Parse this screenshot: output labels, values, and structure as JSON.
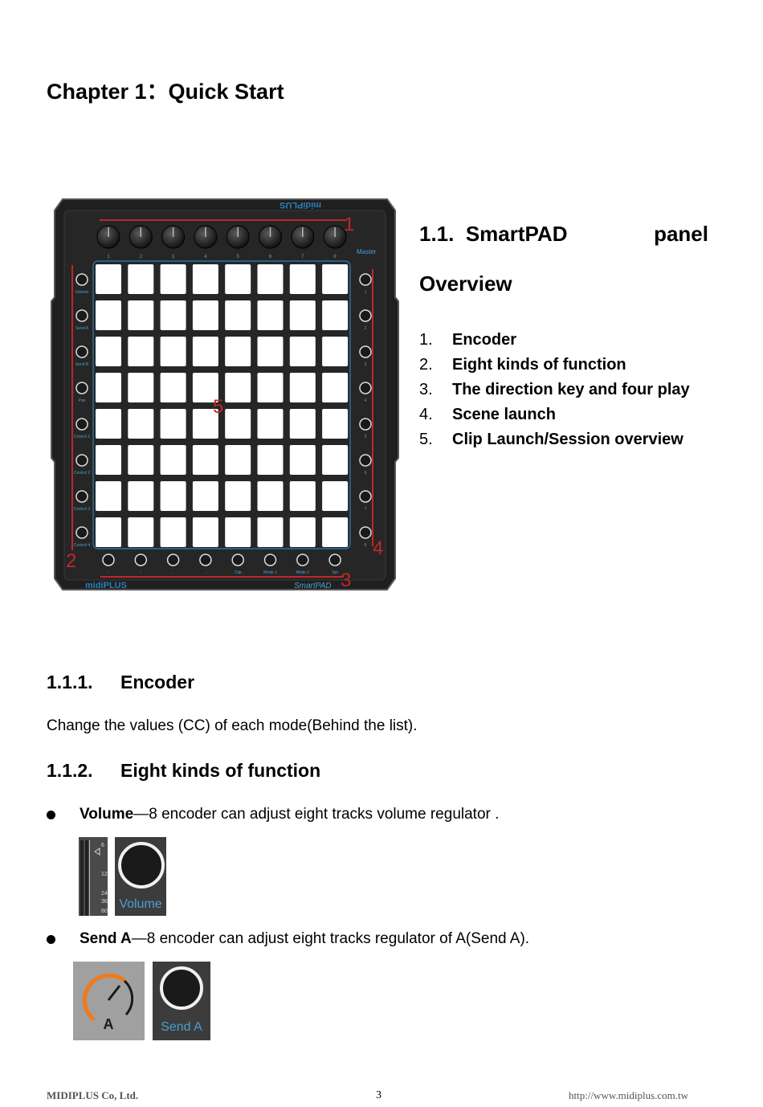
{
  "chapter_title": "Chapter 1：Quick Start",
  "device": {
    "brand": "midiPLUS",
    "model": "SmartPAD",
    "master_label": "Master",
    "left_labels": [
      "Volume",
      "Send A",
      "Send B",
      "Pan",
      "Control 1",
      "Control 2",
      "Control 3",
      "Control 4"
    ],
    "right_labels": [
      "1",
      "2",
      "3",
      "4",
      "5",
      "6",
      "7",
      "8"
    ],
    "knob_labels": [
      "1",
      "2",
      "3",
      "4",
      "5",
      "6",
      "7",
      "8"
    ],
    "bottom_labels": [
      "↑",
      "↓",
      "←",
      "→",
      "Clip",
      "Mode 1",
      "Mode 2",
      "Set"
    ],
    "callouts": [
      "1",
      "2",
      "3",
      "4",
      "5"
    ]
  },
  "section": {
    "number": "1.1.",
    "title_word1": "SmartPAD",
    "title_word2": "panel",
    "title_line2": "Overview"
  },
  "overview_list": [
    {
      "num": "1.",
      "text": "Encoder"
    },
    {
      "num": "2.",
      "text": "Eight kinds of function"
    },
    {
      "num": "3.",
      "text": "The direction key and four play"
    },
    {
      "num": "4.",
      "text": "Scene launch"
    },
    {
      "num": "5.",
      "text": "Clip Launch/Session overview"
    }
  ],
  "sub1": {
    "number": "1.1.1.",
    "title": "Encoder"
  },
  "sub1_text": "Change the values (CC) of each mode(Behind the list).",
  "sub2": {
    "number": "1.1.2.",
    "title": "Eight kinds of function"
  },
  "bullets": [
    {
      "bold": "Volume",
      "rest": " —8 encoder can adjust eight tracks volume regulator ."
    },
    {
      "bold": "Send A",
      "rest": " —8 encoder can adjust eight tracks regulator of A(Send A)."
    }
  ],
  "thumbs": {
    "volume_label": "Volume",
    "meter_ticks": [
      "6",
      "12",
      "24",
      "36",
      "60"
    ],
    "send_a_letter": "A",
    "send_a_label": "Send A"
  },
  "footer": {
    "company": "MIDIPLUS Co, Ltd.",
    "page": "3",
    "url": "http://www.midiplus.com.tw"
  }
}
